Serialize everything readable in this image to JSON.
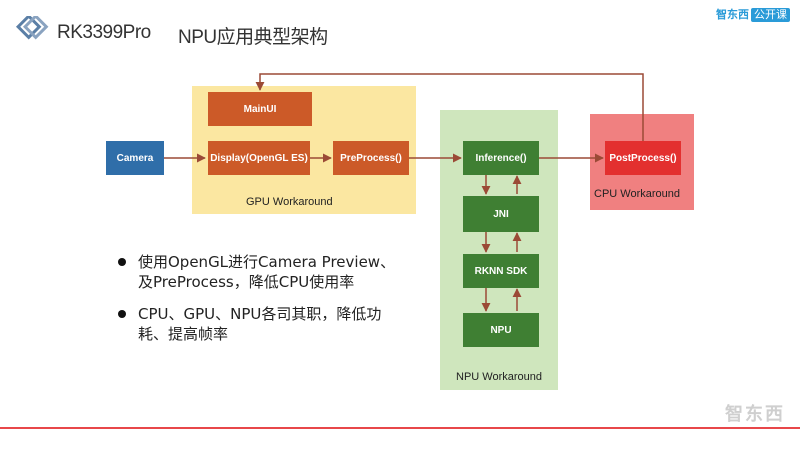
{
  "header": {
    "logo_text": "RK3399Pro",
    "title": "NPU应用典型架构",
    "brand": "智东西",
    "brand_tag": "公开课"
  },
  "zones": {
    "gpu": "GPU Workaround",
    "npu": "NPU Workaround",
    "cpu": "CPU Workaround"
  },
  "nodes": {
    "camera": "Camera",
    "mainui": "MainUI",
    "display": "Display(OpenGL ES)",
    "preprocess": "PreProcess()",
    "inference": "Inference()",
    "jni": "JNI",
    "rknn": "RKNN SDK",
    "npu": "NPU",
    "postprocess": "PostProcess()"
  },
  "bullets": [
    "使用OpenGL进行Camera Preview、及PreProcess，降低CPU使用率",
    "CPU、GPU、NPU各司其职，降低功耗、提高帧率"
  ],
  "watermark": "智东西",
  "colors": {
    "gpu_zone": "#fbe7a1",
    "npu_zone": "#cfe6bd",
    "cpu_zone": "#f08080",
    "camera": "#2f6ea9",
    "orange_node": "#cc5a28",
    "green_node": "#3f7f33",
    "red_node": "#e3302f",
    "arrow": "#9b4a36",
    "footer": "#e8474a"
  }
}
